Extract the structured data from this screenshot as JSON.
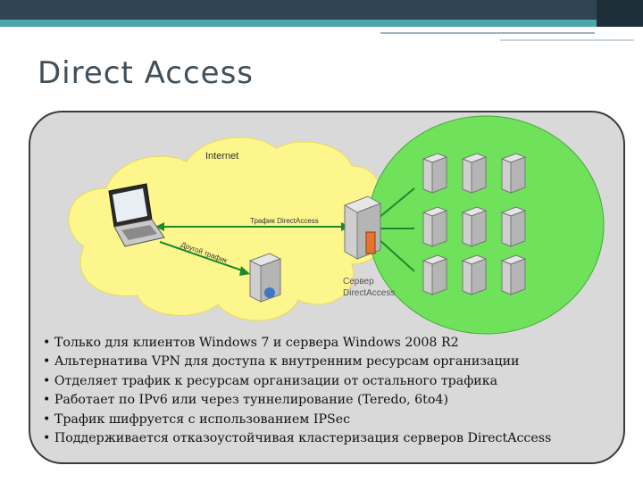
{
  "slide": {
    "title": "Direct Access"
  },
  "diagram": {
    "internet_label": "Internet",
    "tunnel_label": "Трафик DirectAccess",
    "other_traffic_label": "Другой трафик",
    "server_label_line1": "Сервер",
    "server_label_line2": "DirectAccess",
    "colors": {
      "internet_cloud": "#fdf68c",
      "intranet": "#6fe15a",
      "panel": "#d9d9d9"
    }
  },
  "bullets": [
    "Только для клиентов Windows 7 и сервера Windows 2008 R2",
    "Альтернатива VPN для доступа к внутренним ресурсам организации",
    "Отделяет трафик к ресурсам организации от остального трафика",
    "Работает по IPv6 или через туннелирование (Teredo, 6to4)",
    "Трафик шифруется с использованием IPSec",
    "Поддерживается отказоустойчивая кластеризация серверов DirectAccess"
  ]
}
